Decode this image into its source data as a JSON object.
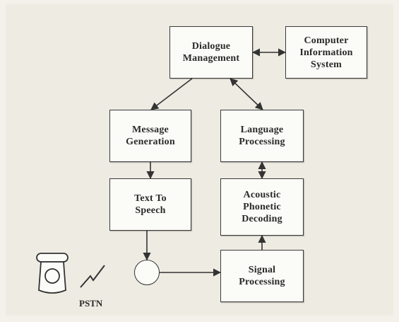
{
  "diagram": {
    "nodes": {
      "dialogue_management": "Dialogue\nManagement",
      "computer_information_system": "Computer\nInformation\nSystem",
      "message_generation": "Message\nGeneration",
      "language_processing": "Language\nProcessing",
      "text_to_speech": "Text To\nSpeech",
      "acoustic_phonetic_decoding": "Acoustic\nPhonetic\nDecoding",
      "signal_processing": "Signal\nProcessing"
    },
    "pstn_label": "PSTN",
    "connections": [
      {
        "from": "dialogue_management",
        "to": "computer_information_system",
        "direction": "both"
      },
      {
        "from": "dialogue_management",
        "to": "message_generation",
        "direction": "forward"
      },
      {
        "from": "dialogue_management",
        "to": "language_processing",
        "direction": "both"
      },
      {
        "from": "message_generation",
        "to": "text_to_speech",
        "direction": "forward"
      },
      {
        "from": "text_to_speech",
        "to": "junction",
        "direction": "forward"
      },
      {
        "from": "junction",
        "to": "signal_processing",
        "direction": "forward"
      },
      {
        "from": "signal_processing",
        "to": "acoustic_phonetic_decoding",
        "direction": "forward"
      },
      {
        "from": "acoustic_phonetic_decoding",
        "to": "language_processing",
        "direction": "both"
      }
    ],
    "colors": {
      "line": "#333333",
      "box_fill": "#fbfbf8",
      "background": "#eeebe2"
    }
  }
}
